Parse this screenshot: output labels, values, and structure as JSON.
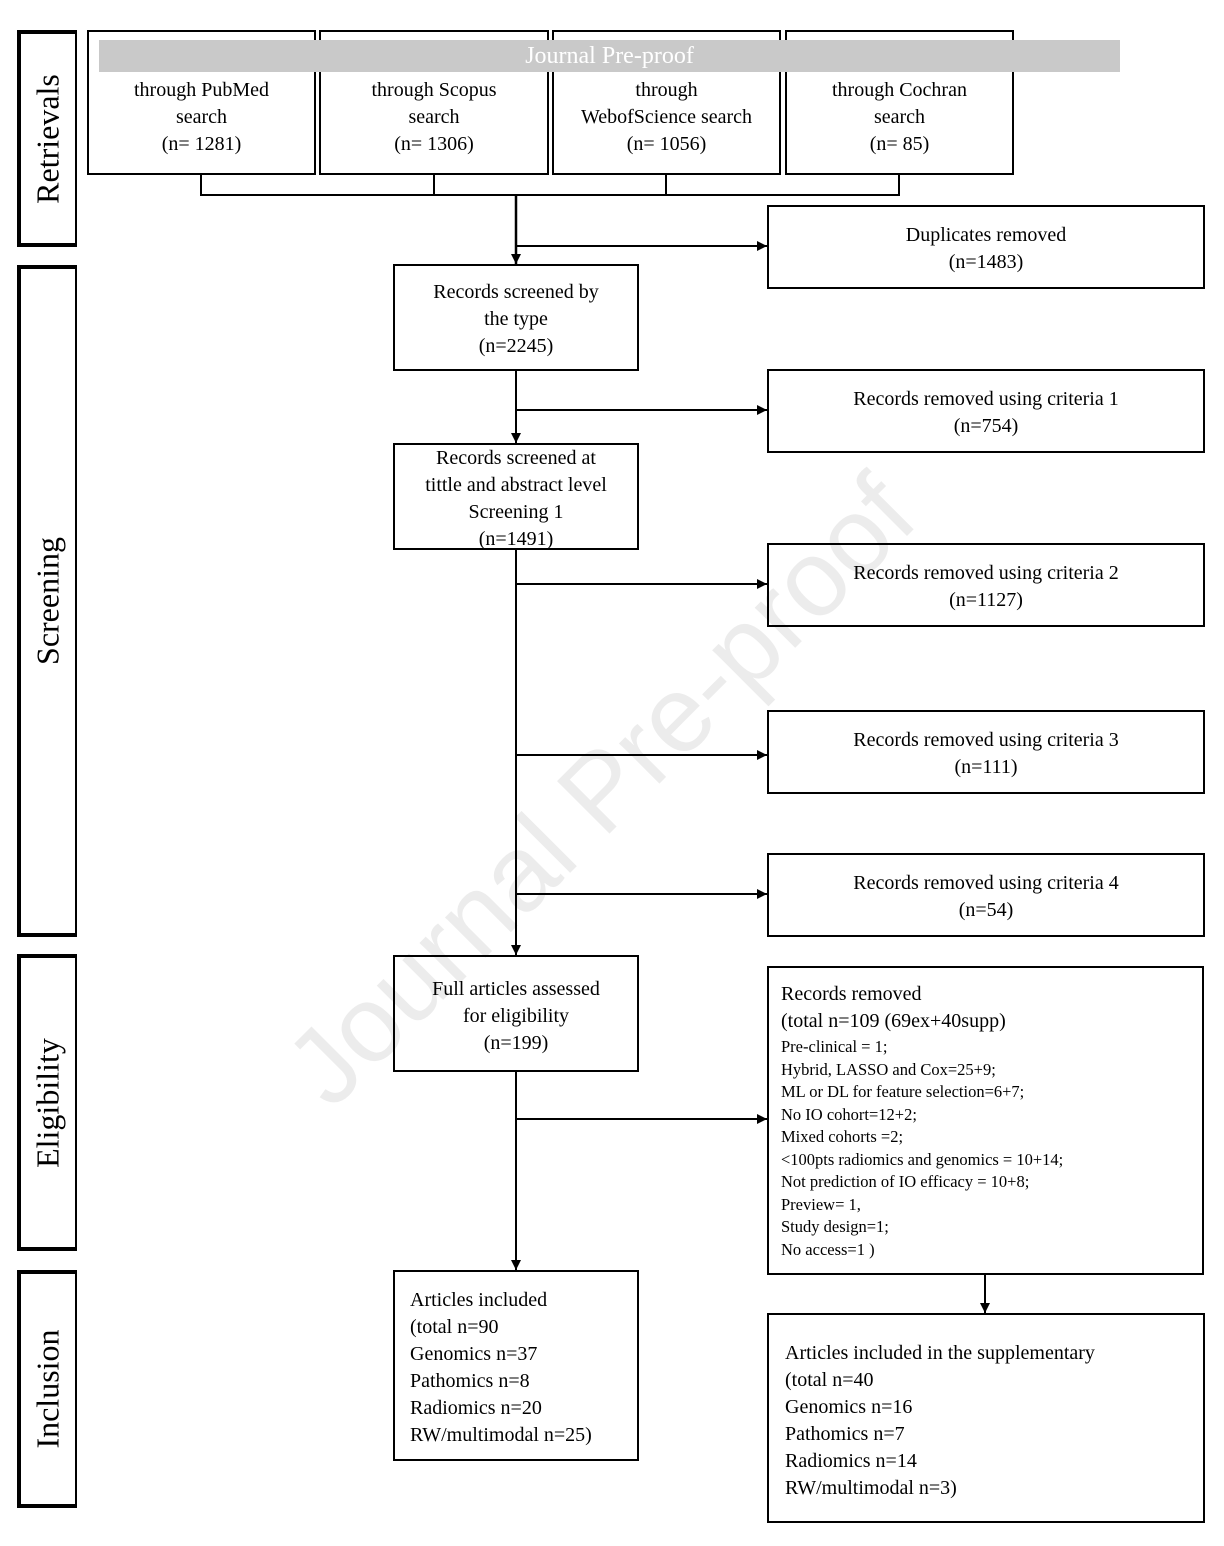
{
  "header": {
    "banner": "Journal Pre-proof"
  },
  "watermark": "Journal Pre-proof",
  "stages": {
    "retrievals": "Retrievals",
    "screening": "Screening",
    "eligibility": "Eligibility",
    "inclusion": "Inclusion"
  },
  "retrieval_boxes": {
    "pubmed": [
      "through PubMed",
      "search",
      "(n= 1281)"
    ],
    "scopus": [
      "through Scopus",
      "search",
      "(n= 1306)"
    ],
    "wos": [
      "through",
      "WebofScience search",
      "(n= 1056)"
    ],
    "cochrane": [
      "through Cochran",
      "search",
      "(n= 85)"
    ]
  },
  "flow": {
    "duplicates": [
      "Duplicates removed",
      "(n=1483)"
    ],
    "screened_type": [
      "Records screened by",
      "the type",
      "(n=2245)"
    ],
    "removed_c1": [
      "Records removed using criteria 1",
      "(n=754)"
    ],
    "screened_title": [
      "Records screened at",
      "tittle and abstract level",
      "Screening 1",
      "(n=1491)"
    ],
    "removed_c2": [
      "Records removed using criteria 2",
      "(n=1127)"
    ],
    "removed_c3": [
      "Records removed using criteria 3",
      "(n=111)"
    ],
    "removed_c4": [
      "Records removed using criteria 4",
      "(n=54)"
    ],
    "full_articles": [
      "Full articles assessed",
      "for eligibility",
      "(n=199)"
    ],
    "records_removed": {
      "title": "Records removed",
      "total": "(total n=109 (69ex+40supp)",
      "items": [
        "Pre-clinical = 1;",
        "Hybrid, LASSO and Cox=25+9;",
        "ML or DL for feature selection=6+7;",
        "No IO cohort=12+2;",
        "Mixed cohorts =2;",
        "<100pts radiomics and genomics = 10+14;",
        "Not prediction of IO efficacy = 10+8;",
        "Preview= 1,",
        "Study design=1;",
        "No access=1 )"
      ]
    },
    "included": [
      "Articles included",
      "(total n=90",
      "Genomics n=37",
      "Pathomics n=8",
      "Radiomics n=20",
      "RW/multimodal n=25)"
    ],
    "supplementary": [
      "Articles included in the supplementary",
      "(total n=40",
      "Genomics n=16",
      "Pathomics n=7",
      "Radiomics n=14",
      "RW/multimodal n=3)"
    ]
  }
}
